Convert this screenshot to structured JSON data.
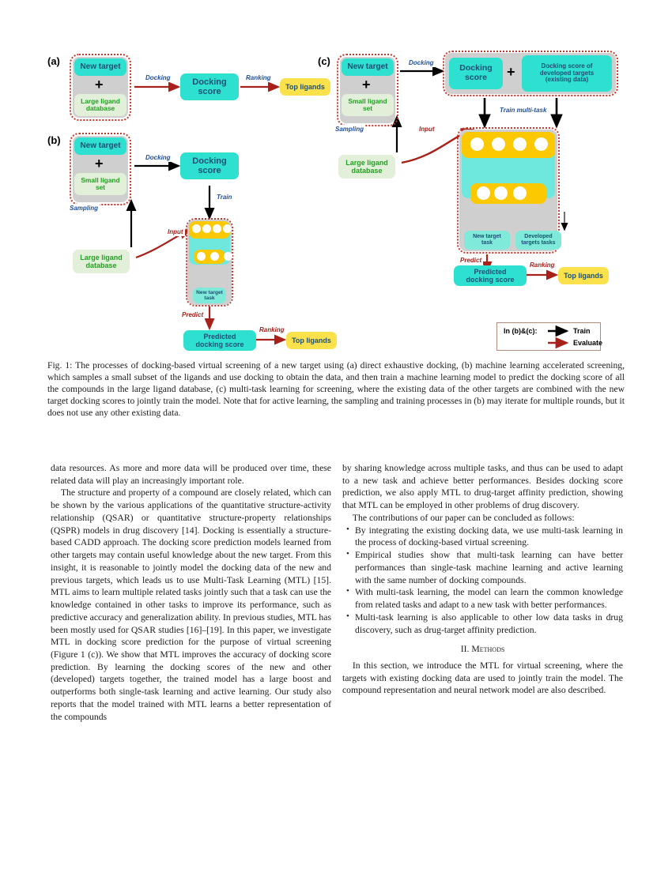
{
  "figure": {
    "panels": {
      "a": {
        "label": "(a)",
        "new_target": "New target",
        "plus": "+",
        "ligand_db": "Large ligand\ndatabase",
        "docking_label": "Docking",
        "docking_score": "Docking\nscore",
        "ranking_label": "Ranking",
        "top_ligands": "Top ligands"
      },
      "b": {
        "label": "(b)",
        "new_target": "New target",
        "plus": "+",
        "small_ligand": "Small ligand\nset",
        "docking_label": "Docking",
        "docking_score": "Docking\nscore",
        "train_label": "Train",
        "sampling_label": "Sampling",
        "input_label": "Input",
        "ligand_db": "Large ligand\ndatabase",
        "new_target_task": "New target\ntask",
        "predict_label": "Predict",
        "predicted_score": "Predicted\ndocking score",
        "ranking_label": "Ranking",
        "top_ligands": "Top ligands"
      },
      "c": {
        "label": "(c)",
        "new_target": "New target",
        "plus": "+",
        "small_ligand": "Small ligand\nset",
        "docking_label": "Docking",
        "docking_score": "Docking\nscore",
        "plus2": "+",
        "developed_scores": "Docking score of\ndeveloped targets\n(existing data)",
        "train_multitask_label": "Train multi-task",
        "sampling_label": "Sampling",
        "input_label": "Input",
        "ligand_db": "Large ligand\ndatabase",
        "new_target_task": "New target\ntask",
        "developed_tasks": "Developed\ntargets tasks",
        "predict_label": "Predict",
        "predicted_score": "Predicted\ndocking score",
        "ranking_label": "Ranking",
        "top_ligands": "Top ligands"
      }
    },
    "legend": {
      "prefix": "In (b)&(c):",
      "train": "Train",
      "evaluate": "Evaluate"
    },
    "colors": {
      "cyan": "#2ee0cf",
      "yellow": "#fbe14c",
      "green_text": "#22a022",
      "green_bg": "#e2f0da",
      "gray": "#cfcfcf",
      "dashed_red": "#c0392b",
      "nn_yellow": "#fcc800",
      "nn_cyan": "#6ee8dc",
      "label_blue": "#1f4e9c",
      "label_red": "#a8201a",
      "evaluate_arrow": "#a8201a",
      "train_arrow": "#000000"
    }
  },
  "caption": "Fig. 1: The processes of docking-based virtual screening of a new target using (a) direct exhaustive docking, (b) machine learning accelerated screening, which samples a small subset of the ligands and use docking to obtain the data, and then train a machine learning model to predict the docking score of all the compounds in the large ligand database, (c) multi-task learning for screening, where the existing data of the other targets are combined with the new target docking scores to jointly train the model. Note that for active learning, the sampling and training processes in (b) may iterate for multiple rounds, but it does not use any other existing data.",
  "body": {
    "left": {
      "p1": "data resources. As more and more data will be produced over time, these related data will play an increasingly important role.",
      "p2": "The structure and property of a compound are closely related, which can be shown by the various applications of the quantitative structure-activity relationship (QSAR) or quantitative structure-property relationships (QSPR) models in drug discovery [14]. Docking is essentially a structure-based CADD approach. The docking score prediction models learned from other targets may contain useful knowledge about the new target. From this insight, it is reasonable to jointly model the docking data of the new and previous targets, which leads us to use Multi-Task Learning (MTL) [15]. MTL aims to learn multiple related tasks jointly such that a task can use the knowledge contained in other tasks to improve its performance, such as predictive accuracy and generalization ability. In previous studies, MTL has been mostly used for QSAR studies [16]–[19]. In this paper, we investigate MTL in docking score prediction for the purpose of virtual screening (Figure 1 (c)). We show that MTL improves the accuracy of docking score prediction. By learning the docking scores of the new and other (developed) targets together, the trained model has a large boost and outperforms both single-task learning and active learning. Our study also reports that the model trained with MTL learns a better representation of the compounds"
    },
    "right": {
      "p1": "by sharing knowledge across multiple tasks, and thus can be used to adapt to a new task and achieve better performances. Besides docking score prediction, we also apply MTL to drug-target affinity prediction, showing that MTL can be employed in other problems of drug discovery.",
      "p2": "The contributions of our paper can be concluded as follows:",
      "bullets": [
        "By integrating the existing docking data, we use multi-task learning in the process of docking-based virtual screening.",
        "Empirical studies show that multi-task learning can have better performances than single-task machine learning and active learning with the same number of docking compounds.",
        "With multi-task learning, the model can learn the common knowledge from related tasks and adapt to a new task with better performances.",
        "Multi-task learning is also applicable to other low data tasks in drug discovery, such as drug-target affinity prediction."
      ],
      "section_number": "II.",
      "section_title": "Methods",
      "p3": "In this section, we introduce the MTL for virtual screening, where the targets with existing docking data are used to jointly train the model. The compound representation and neural network model are also described."
    }
  }
}
